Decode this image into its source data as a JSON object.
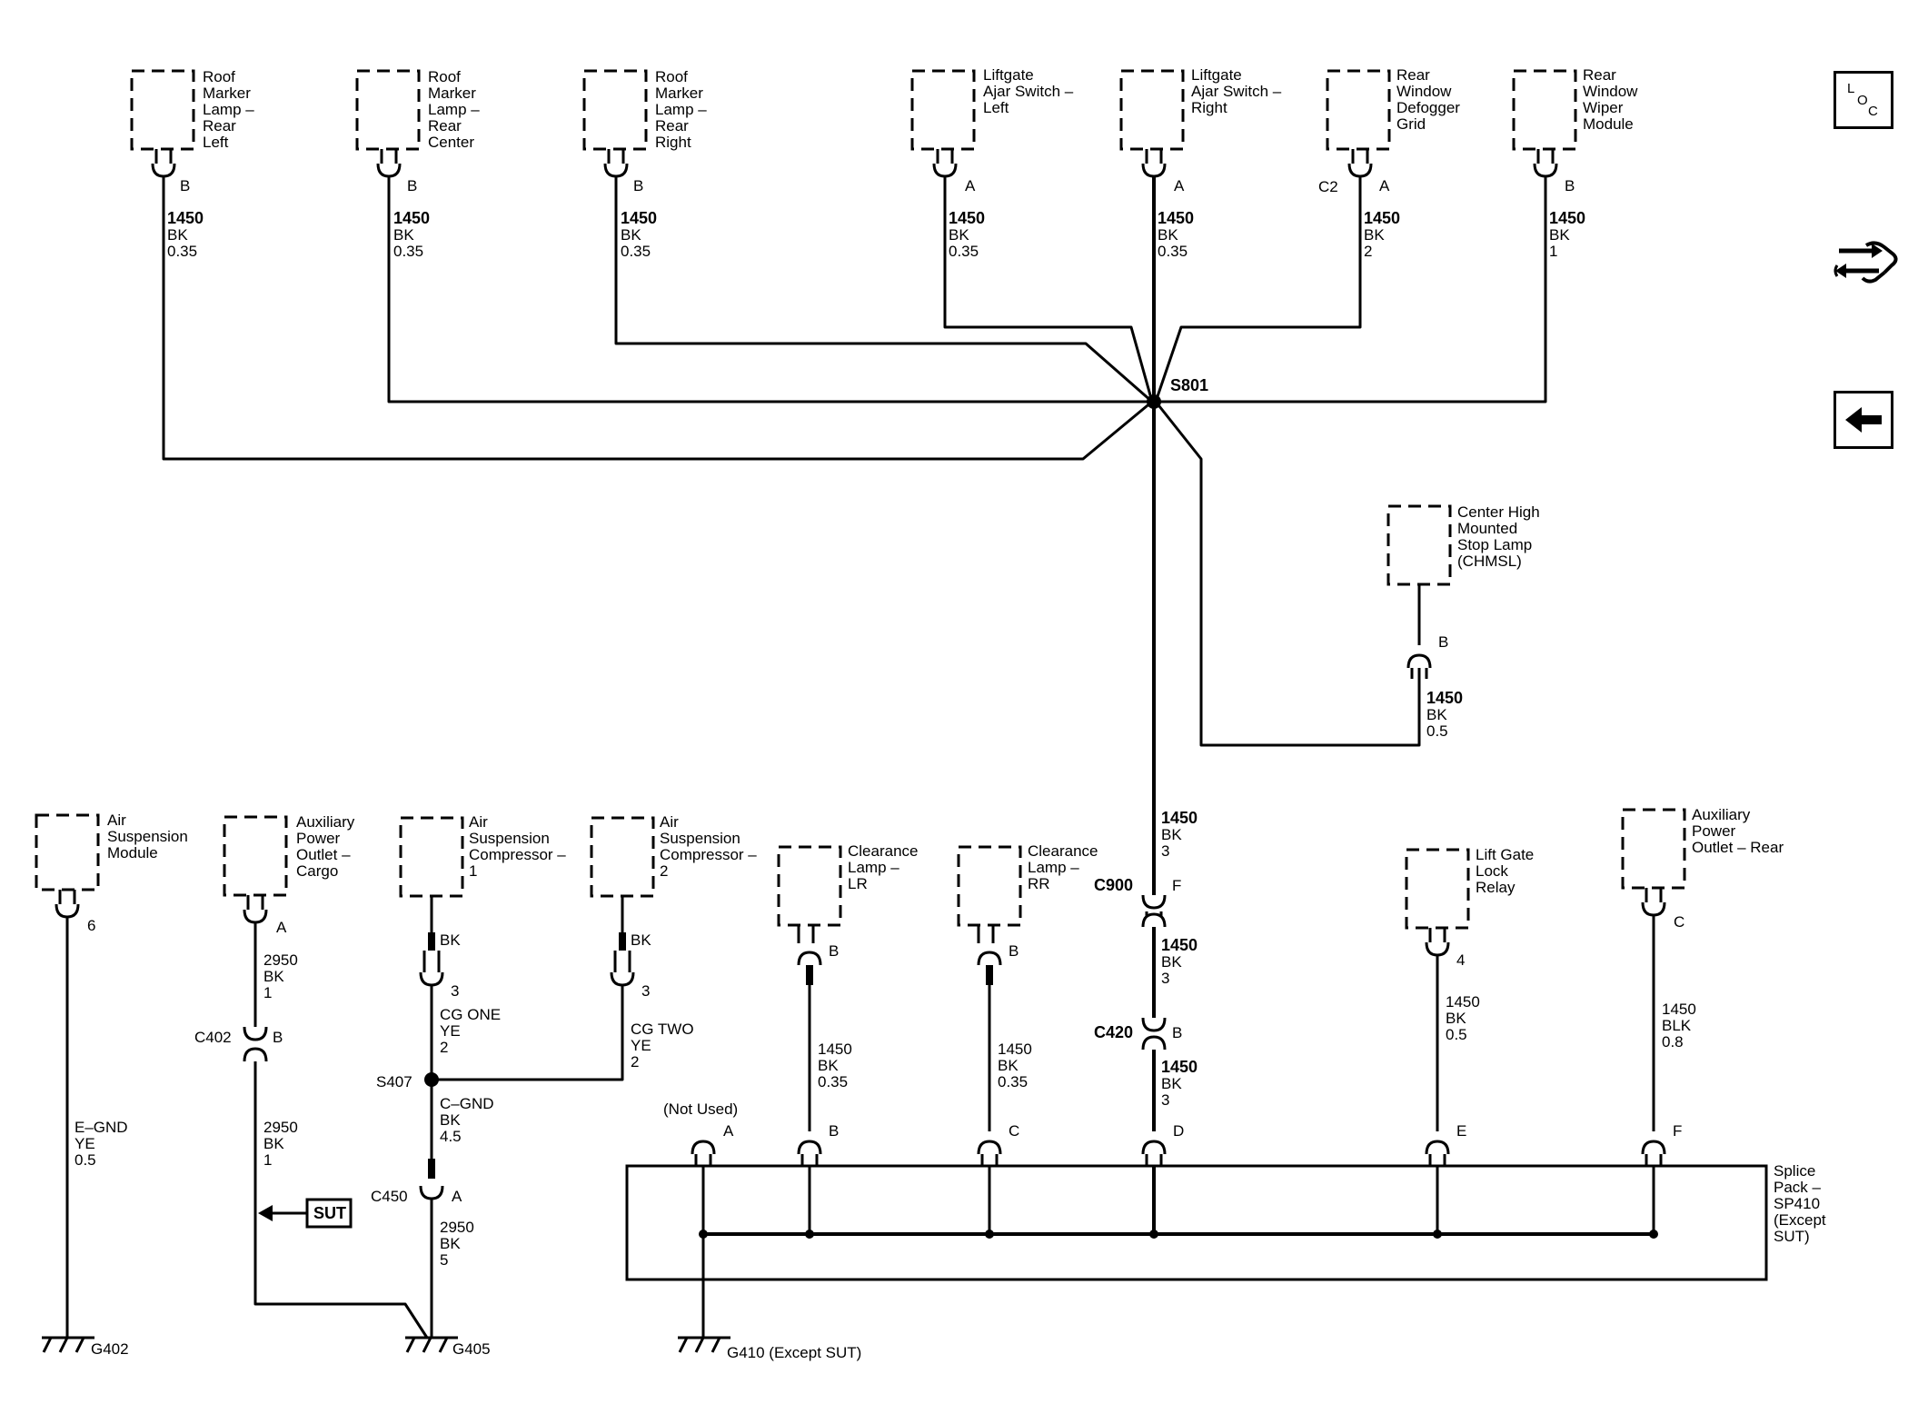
{
  "side_buttons": {
    "loc": {
      "l": "L",
      "o": "O",
      "c": "C"
    }
  },
  "components": {
    "roof_left": [
      "Roof",
      "Marker",
      "Lamp –",
      "Rear",
      "Left"
    ],
    "roof_center": [
      "Roof",
      "Marker",
      "Lamp –",
      "Rear",
      "Center"
    ],
    "roof_right": [
      "Roof",
      "Marker",
      "Lamp –",
      "Rear",
      "Right"
    ],
    "liftgate_left": [
      "Liftgate",
      "Ajar Switch –",
      "Left"
    ],
    "liftgate_right": [
      "Liftgate",
      "Ajar Switch –",
      "Right"
    ],
    "defogger": [
      "Rear",
      "Window",
      "Defogger",
      "Grid"
    ],
    "wiper": [
      "Rear",
      "Window",
      "Wiper",
      "Module"
    ],
    "chmsl": [
      "Center High",
      "Mounted",
      "Stop Lamp",
      "(CHMSL)"
    ],
    "air_module": [
      "Air",
      "Suspension",
      "Module"
    ],
    "aux_cargo": [
      "Auxiliary",
      "Power",
      "Outlet –",
      "Cargo"
    ],
    "compressor1": [
      "Air",
      "Suspension",
      "Compressor –",
      "1"
    ],
    "compressor2": [
      "Air",
      "Suspension",
      "Compressor –",
      "2"
    ],
    "clearance_lr": [
      "Clearance",
      "Lamp –",
      "LR"
    ],
    "clearance_rr": [
      "Clearance",
      "Lamp –",
      "RR"
    ],
    "liftgate_relay": [
      "Lift Gate",
      "Lock",
      "Relay"
    ],
    "aux_rear": [
      "Auxiliary",
      "Power",
      "Outlet – Rear"
    ],
    "splice_pack": [
      "Splice",
      "Pack –",
      "SP410",
      "(Except",
      "SUT)"
    ]
  },
  "pins": {
    "roof_left": "B",
    "roof_center": "B",
    "roof_right": "B",
    "liftgate_left": "A",
    "liftgate_right": "A",
    "defogger_conn": "C2",
    "defogger": "A",
    "wiper": "B",
    "chmsl": "B",
    "air_module": "6",
    "aux_cargo": "A",
    "comp1": "3",
    "comp2": "3",
    "clear_lr": "B",
    "clear_rr": "B",
    "relay": "4",
    "aux_rear": "C",
    "c900": "F",
    "c420": "B",
    "c402": "B",
    "c450": "A",
    "sp_a": "A",
    "sp_b": "B",
    "sp_c": "C",
    "sp_d": "D",
    "sp_e": "E",
    "sp_f": "F"
  },
  "wires": {
    "roof_left": [
      "1450",
      "BK",
      "0.35"
    ],
    "roof_center": [
      "1450",
      "BK",
      "0.35"
    ],
    "roof_right": [
      "1450",
      "BK",
      "0.35"
    ],
    "liftgate_left": [
      "1450",
      "BK",
      "0.35"
    ],
    "liftgate_right": [
      "1450",
      "BK",
      "0.35"
    ],
    "defogger": [
      "1450",
      "BK",
      "2"
    ],
    "wiper": [
      "1450",
      "BK",
      "1"
    ],
    "chmsl": [
      "1450",
      "BK",
      "0.5"
    ],
    "trunk_top": [
      "1450",
      "BK",
      "3"
    ],
    "trunk_mid": [
      "1450",
      "BK",
      "3"
    ],
    "trunk_bot": [
      "1450",
      "BK",
      "3"
    ],
    "air_module": [
      "E–GND",
      "YE",
      "0.5"
    ],
    "aux_cargo_top": [
      "2950",
      "BK",
      "1"
    ],
    "aux_cargo_bot": [
      "2950",
      "BK",
      "1"
    ],
    "comp1_bk": [
      "BK"
    ],
    "comp2_bk": [
      "BK"
    ],
    "cg_one": [
      "CG ONE",
      "YE",
      "2"
    ],
    "cg_two": [
      "CG TWO",
      "YE",
      "2"
    ],
    "c_gnd": [
      "C–GND",
      "BK",
      "4.5"
    ],
    "g405_wire": [
      "2950",
      "BK",
      "5"
    ],
    "clear_lr": [
      "1450",
      "BK",
      "0.35"
    ],
    "clear_rr": [
      "1450",
      "BK",
      "0.35"
    ],
    "relay": [
      "1450",
      "BK",
      "0.5"
    ],
    "aux_rear": [
      "1450",
      "BLK",
      "0.8"
    ]
  },
  "labels": {
    "s801": "S801",
    "s407": "S407",
    "c900": "C900",
    "c420": "C420",
    "c402": "C402",
    "c450": "C450",
    "not_used": "(Not Used)",
    "sut": "SUT",
    "g402": "G402",
    "g405": "G405",
    "g410": "G410 (Except SUT)"
  }
}
